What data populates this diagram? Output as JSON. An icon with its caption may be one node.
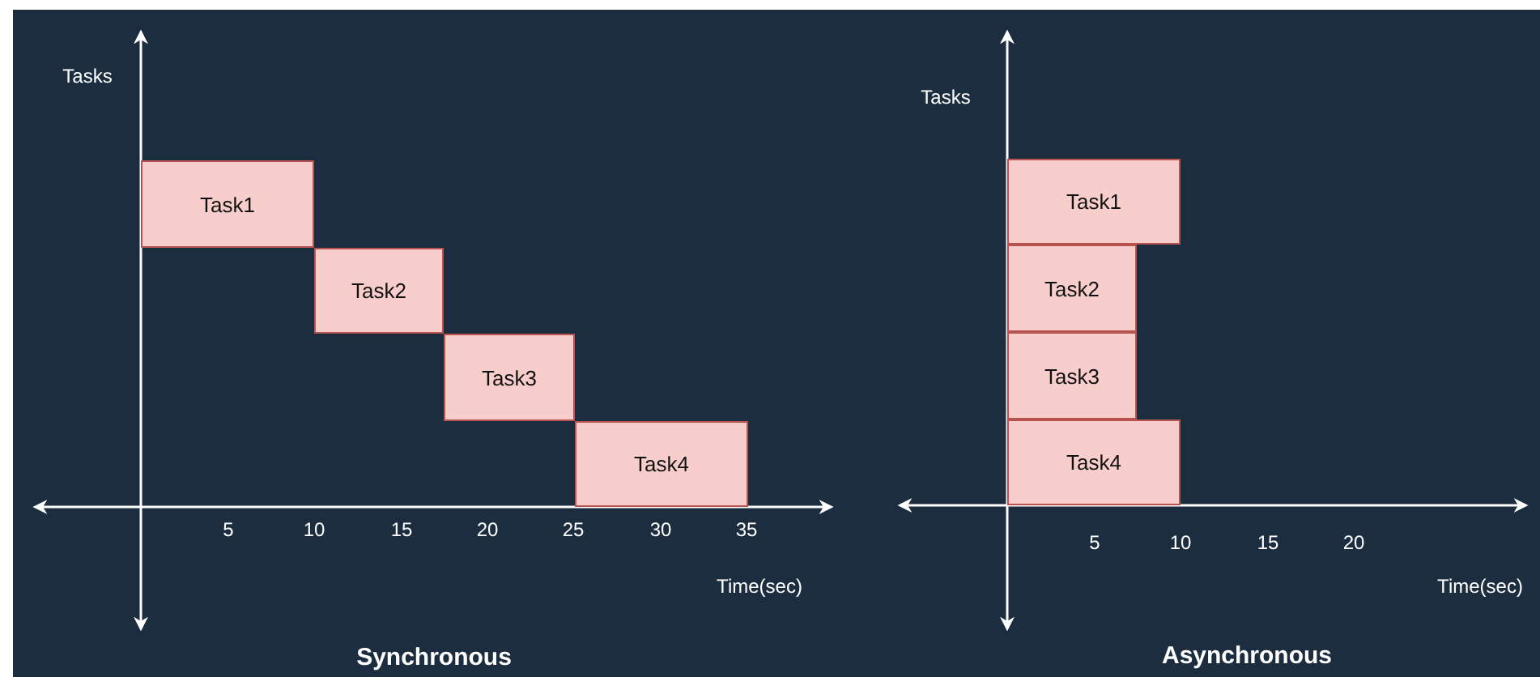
{
  "diagram": {
    "nodes": [
      {
        "text": [
          "Task1"
        ]
      },
      {
        "text": [
          "Task2"
        ]
      },
      {
        "text": [
          "Task3"
        ]
      },
      {
        "text": [
          "Task4"
        ]
      },
      {
        "text": [
          "Task1"
        ]
      },
      {
        "text": [
          "Task2"
        ]
      },
      {
        "text": [
          "Task3"
        ]
      },
      {
        "text": [
          "Task4"
        ]
      }
    ],
    "labels": [
      "Tasks",
      "5",
      "10",
      "15",
      "20",
      "25",
      "30",
      "35",
      "Time(sec)",
      "Synchronous",
      "Tasks",
      "5",
      "10",
      "15",
      "20",
      "Time(sec)",
      "Asynchronous"
    ]
  }
}
